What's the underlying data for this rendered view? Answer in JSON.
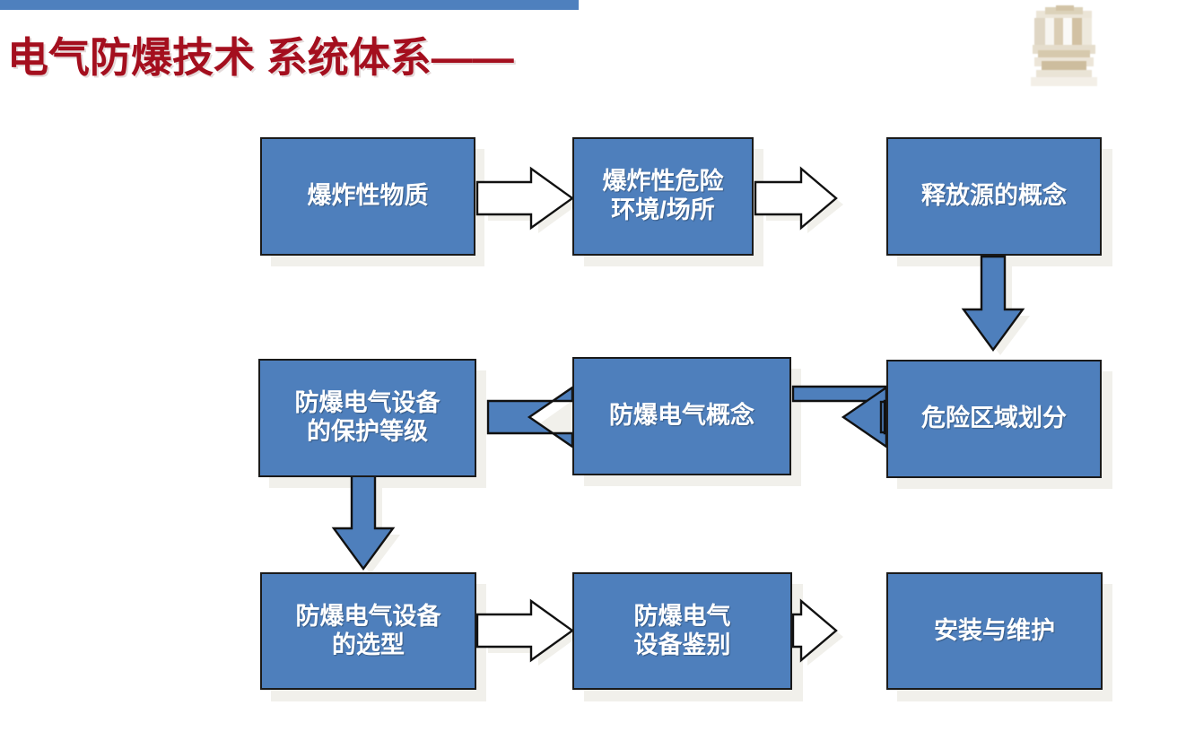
{
  "header": {
    "title": "电气防爆技术 系统体系——",
    "title_color": "#A40F1E",
    "bar_color": "#4E80BE",
    "logo_name": "company-logo"
  },
  "theme": {
    "node_fill": "#4E7FBC",
    "node_border": "#1A1A1A",
    "node_text": "#FFFFFF",
    "shadow": "#F1F0EB"
  },
  "diagram_data": {
    "type": "flowchart",
    "title": "电气防爆技术 系统体系",
    "nodes": [
      {
        "id": "n1",
        "label": "爆炸性物质",
        "row": 1,
        "col": 1
      },
      {
        "id": "n2",
        "label": "爆炸性危险\n环境/场所",
        "row": 1,
        "col": 2
      },
      {
        "id": "n3",
        "label": "释放源的概念",
        "row": 1,
        "col": 3
      },
      {
        "id": "n4",
        "label": "危险区域划分",
        "row": 2,
        "col": 3
      },
      {
        "id": "n5",
        "label": "防爆电气概念",
        "row": 2,
        "col": 2
      },
      {
        "id": "n6",
        "label": "防爆电气设备\n的保护等级",
        "row": 2,
        "col": 1
      },
      {
        "id": "n7",
        "label": "防爆电气设备\n的选型",
        "row": 3,
        "col": 1
      },
      {
        "id": "n8",
        "label": "防爆电气\n设备鉴别",
        "row": 3,
        "col": 2
      },
      {
        "id": "n9",
        "label": "安装与维护",
        "row": 3,
        "col": 3
      }
    ],
    "edges": [
      {
        "from": "n1",
        "to": "n2",
        "direction": "right",
        "style": "hollow"
      },
      {
        "from": "n2",
        "to": "n3",
        "direction": "right",
        "style": "hollow"
      },
      {
        "from": "n3",
        "to": "n4",
        "direction": "down",
        "style": "solid"
      },
      {
        "from": "n4",
        "to": "n5",
        "direction": "left",
        "style": "solid"
      },
      {
        "from": "n5",
        "to": "n6",
        "direction": "left",
        "style": "solid"
      },
      {
        "from": "n6",
        "to": "n7",
        "direction": "down",
        "style": "solid"
      },
      {
        "from": "n7",
        "to": "n8",
        "direction": "right",
        "style": "hollow"
      },
      {
        "from": "n8",
        "to": "n9",
        "direction": "right",
        "style": "hollow"
      }
    ]
  }
}
